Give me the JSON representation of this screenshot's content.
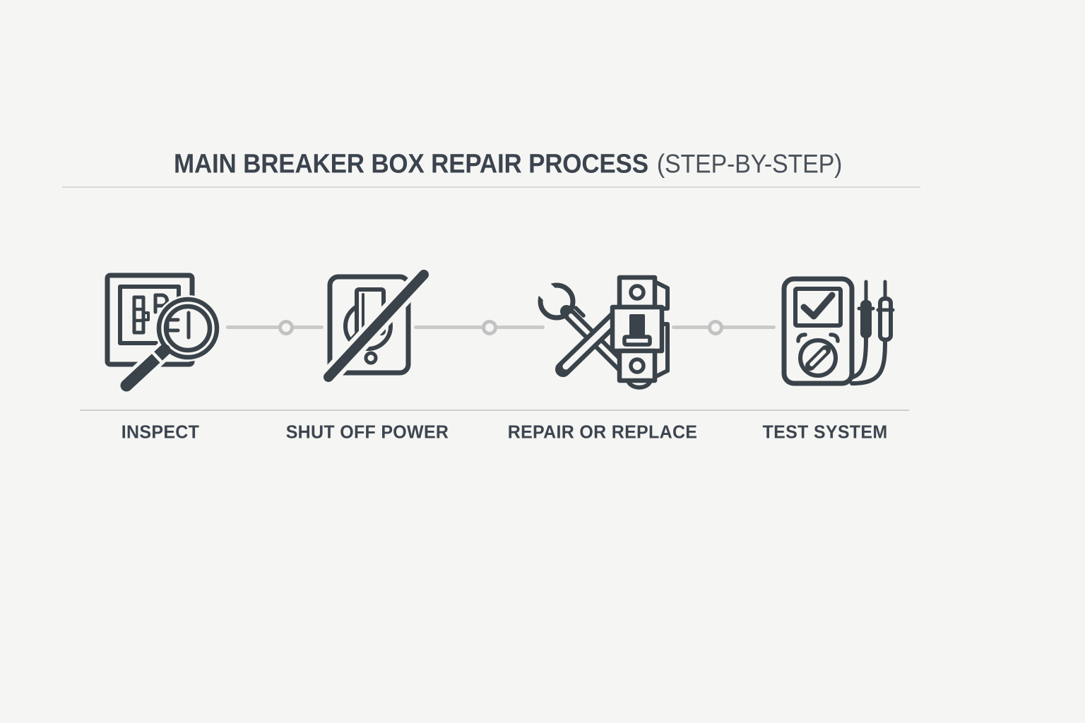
{
  "title": {
    "main": "MAIN BREAKER BOX REPAIR PROCESS",
    "suffix": "(STEP-BY-STEP)"
  },
  "steps": [
    {
      "label": "INSPECT",
      "icon": "inspect-magnifier-panel-icon"
    },
    {
      "label": "SHUT OFF POWER",
      "icon": "switch-off-slash-icon"
    },
    {
      "label": "REPAIR OR REPLACE",
      "icon": "wrench-screwdriver-breaker-icon"
    },
    {
      "label": "TEST SYSTEM",
      "icon": "multimeter-probes-icon"
    }
  ],
  "colors": {
    "background": "#f5f5f3",
    "icon_stroke": "#3a424a",
    "title_text": "#3b444e",
    "subtitle_text": "#4a525b",
    "label_text": "#3c454f",
    "connector": "#c9c9ca",
    "divider": "#d9d9db"
  }
}
